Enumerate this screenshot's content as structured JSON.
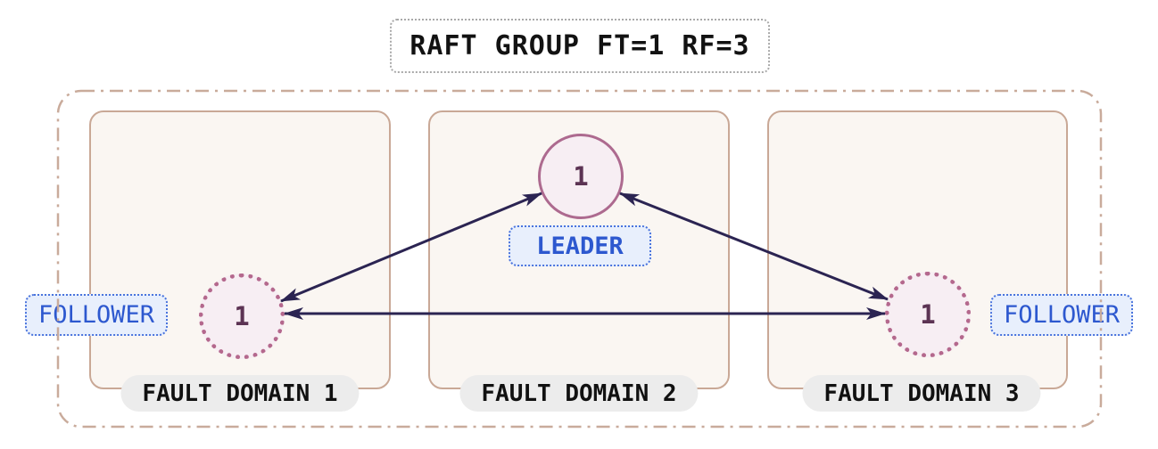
{
  "title": {
    "label": "RAFT GROUP FT=1 RF=3"
  },
  "diagram": {
    "domains": [
      {
        "label": "FAULT DOMAIN 1",
        "node": {
          "value": "1",
          "role": "FOLLOWER"
        }
      },
      {
        "label": "FAULT DOMAIN 2",
        "node": {
          "value": "1",
          "role": "LEADER"
        }
      },
      {
        "label": "FAULT DOMAIN 3",
        "node": {
          "value": "1",
          "role": "FOLLOWER"
        }
      }
    ],
    "edges": [
      {
        "from": "follower-domain-1",
        "to": "leader-domain-2",
        "bidirectional": true
      },
      {
        "from": "leader-domain-2",
        "to": "follower-domain-3",
        "bidirectional": true
      },
      {
        "from": "follower-domain-1",
        "to": "follower-domain-3",
        "bidirectional": true
      }
    ]
  },
  "colors": {
    "arrow": "#2b2452",
    "node_border": "#ad6a8f",
    "node_fill": "#f7eef3",
    "node_value_text": "#5c3353",
    "badge_text": "#2d58cf",
    "badge_fill": "#e8effc",
    "badge_border": "#4a74dd",
    "domain_box_fill": "#faf6f2",
    "domain_box_border": "#c9a896",
    "outer_frame_border": "#c9ab9b",
    "pill_fill": "#ececec",
    "title_border": "#a9a9a9"
  }
}
